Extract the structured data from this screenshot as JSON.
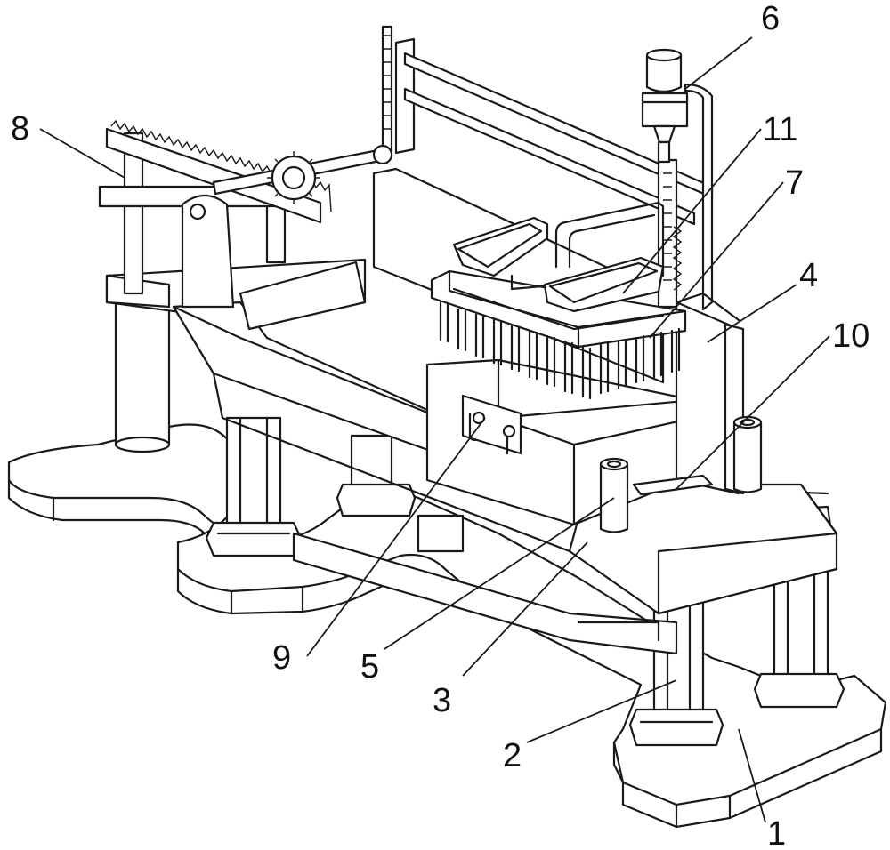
{
  "diagram": {
    "callouts": [
      {
        "id": "c1",
        "text": "1"
      },
      {
        "id": "c2",
        "text": "2"
      },
      {
        "id": "c3",
        "text": "3"
      },
      {
        "id": "c4",
        "text": "4"
      },
      {
        "id": "c5",
        "text": "5"
      },
      {
        "id": "c6",
        "text": "6"
      },
      {
        "id": "c7",
        "text": "7"
      },
      {
        "id": "c8",
        "text": "8"
      },
      {
        "id": "c9",
        "text": "9"
      },
      {
        "id": "c10",
        "text": "10"
      },
      {
        "id": "c11",
        "text": "11"
      }
    ]
  },
  "colors": {
    "line": "#1a1a1a",
    "fill": "#ffffff",
    "shade": "#f4f4f4"
  }
}
